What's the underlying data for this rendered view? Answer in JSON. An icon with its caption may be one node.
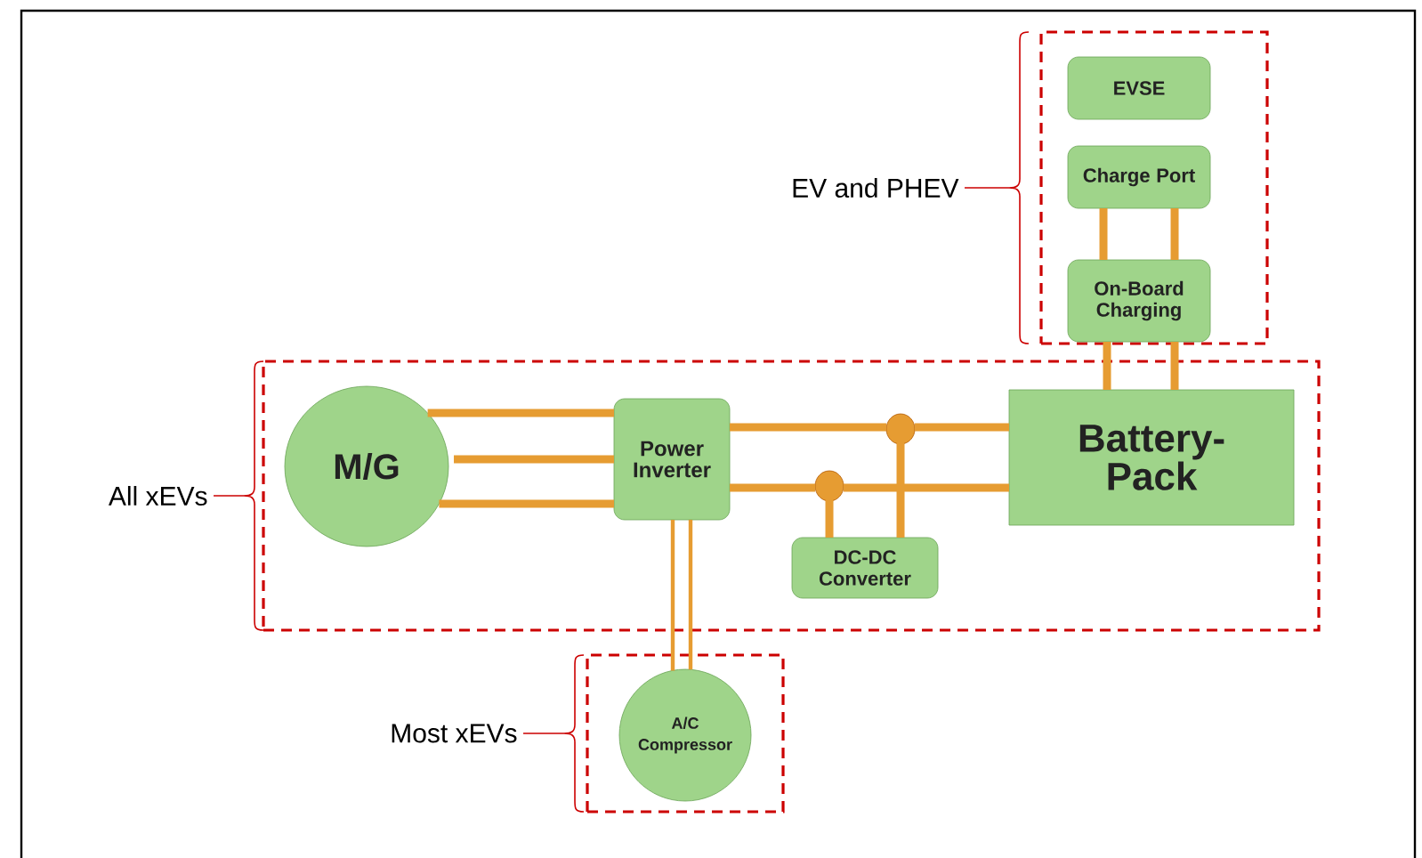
{
  "diagram": {
    "nodes": [
      {
        "text": [],
        "shape": "box",
        "beside": [
          "EV and PHEV"
        ]
      },
      {
        "text": [
          "EVSE"
        ],
        "in": 0
      },
      {
        "text": [
          "Charge Port"
        ],
        "in": 0
      },
      {
        "text": [
          "On-Board Charging"
        ],
        "in": 0
      },
      {
        "text": [],
        "shape": "box",
        "beside": [
          "All xEVs"
        ]
      },
      {
        "text": [
          "M/G"
        ],
        "in": 4
      },
      {
        "text": [
          "Power Inverter"
        ],
        "in": 4
      },
      {
        "text": [
          "DC-DC Converter"
        ],
        "in": 4
      },
      {
        "text": [
          "Battery-Pack"
        ],
        "in": 4
      },
      {
        "text": [],
        "shape": "box",
        "beside": [
          "Most xEVs"
        ]
      },
      {
        "text": [
          "A/C Compressor"
        ],
        "in": 9
      },
      {
        "text": [],
        "shape": "circle",
        "in": 4
      },
      {
        "text": [],
        "shape": "circle",
        "in": 4
      }
    ],
    "edges": [
      {
        "from": 2,
        "to": 3,
        "arrow": "none"
      },
      {
        "from": 2,
        "to": 3,
        "arrow": "none"
      },
      {
        "from": 3,
        "to": 8,
        "arrow": "none"
      },
      {
        "from": 3,
        "to": 8,
        "arrow": "none"
      },
      {
        "from": 5,
        "to": 6,
        "arrow": "none"
      },
      {
        "from": 5,
        "to": 6,
        "arrow": "none"
      },
      {
        "from": 5,
        "to": 6,
        "arrow": "none"
      },
      {
        "from": 6,
        "to": 11,
        "arrow": "none"
      },
      {
        "from": 11,
        "to": 8,
        "arrow": "none"
      },
      {
        "from": 6,
        "to": 12,
        "arrow": "none"
      },
      {
        "from": 12,
        "to": 8,
        "arrow": "none"
      },
      {
        "from": 11,
        "to": 7,
        "arrow": "none"
      },
      {
        "from": 12,
        "to": 7,
        "arrow": "none"
      },
      {
        "from": 6,
        "to": 10,
        "arrow": "none"
      },
      {
        "from": 6,
        "to": 10,
        "arrow": "none"
      }
    ]
  }
}
